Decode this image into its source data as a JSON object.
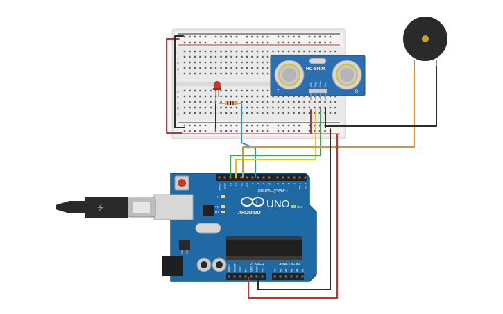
{
  "sensor": {
    "model": "HC-SR04",
    "pins": [
      "Vcc",
      "Trig",
      "Echo",
      "Gnd"
    ],
    "left_mark": "T",
    "right_mark": "R"
  },
  "arduino": {
    "brand": "ARDUINO",
    "model": "UNO",
    "digital_label": "DIGITAL (PWM~)",
    "power_label": "POWER",
    "analog_label": "ANALOG IN",
    "led_l": "L",
    "led_tx": "TX",
    "led_rx": "RX",
    "led_on": "ON",
    "digital_pins": [
      "AREF",
      "GND",
      "13",
      "12",
      "~11",
      "~10",
      "~9",
      "8",
      "7",
      "~6",
      "~5",
      "4",
      "~3",
      "2",
      "TX 1",
      "RX 0"
    ],
    "power_pins": [
      "IOREF",
      "RESET",
      "3.3V",
      "5V",
      "GND",
      "GND",
      "Vin"
    ],
    "analog_pins": [
      "A0",
      "A1",
      "A2",
      "A3",
      "A4",
      "A5"
    ]
  },
  "breadboard": {
    "row_letters_top": [
      "j",
      "i",
      "h",
      "g",
      "f"
    ],
    "row_letters_bottom": [
      "e",
      "d",
      "c",
      "b",
      "a"
    ],
    "columns": 30
  },
  "colors": {
    "wire_red": "#d62a2a",
    "wire_black": "#2b2b2b",
    "wire_green": "#3aa83a",
    "wire_yellow": "#e8c21a",
    "wire_orange": "#e8921a",
    "wire_blue": "#2a8fd6",
    "board_blue": "#1f6aa5",
    "sensor_blue": "#2b6fb0"
  }
}
